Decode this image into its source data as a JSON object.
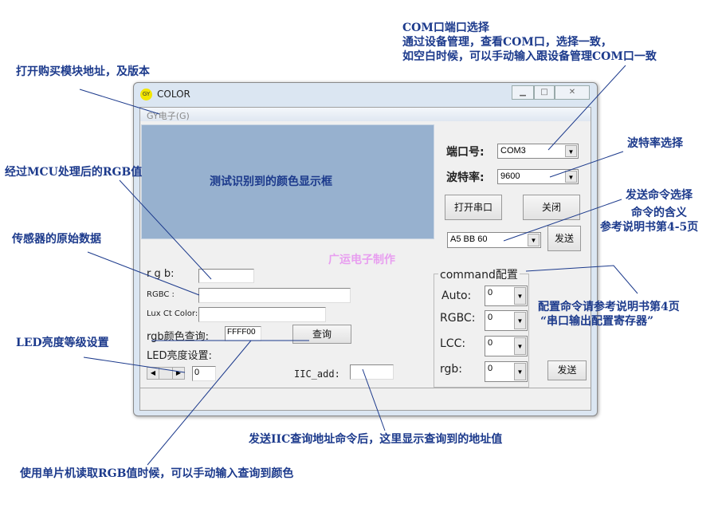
{
  "window": {
    "title": "COLOR",
    "icon_text": "GY",
    "menu": "GY电子(G)"
  },
  "display": {
    "text": "测试识别到的颜色显示框"
  },
  "watermark": "广运电子制作",
  "port": {
    "label": "端口号:",
    "value": "COM3"
  },
  "baud": {
    "label": "波特率:",
    "value": "9600"
  },
  "open_btn": "打开串口",
  "close_btn": "关闭",
  "command": {
    "value": "A5 BB 60",
    "send": "发送"
  },
  "fields": {
    "rgb_label": "r g b:",
    "rgbc_label": "RGBC :",
    "lux_label": "Lux Ct Color:",
    "query_label": "rgb颜色查询:",
    "query_value": "FFFF00",
    "query_btn": "查询",
    "led_label": "LED亮度设置:",
    "led_value": "0",
    "iic_label": "IIC_add:"
  },
  "config": {
    "title": "command配置",
    "auto_label": "Auto:",
    "auto": "0",
    "rgbc_label": "RGBC:",
    "rgbc": "0",
    "lcc_label": "LCC:",
    "lcc": "0",
    "rgb_label": "rgb:",
    "rgb": "0",
    "send": "发送"
  },
  "annotations": {
    "buy": "打开购买模块地址，及版本",
    "com1": "COM口端口选择",
    "com2": "通过设备管理，查看COM口，选择一致，",
    "com3": "如空白时候，可以手动输入跟设备管理COM口一致",
    "baud": "波特率选择",
    "cmd1": "发送命令选择",
    "cmd2": "命令的含义",
    "cmd3": "参考说明书第4-5页",
    "mcu": "经过MCU处理后的RGB值",
    "raw": "传感器的原始数据",
    "cfg1": "配置命令请参考说明书第4页",
    "cfg2": "“串口输出配置寄存器”",
    "led": "LED亮度等级设置",
    "iic": "发送IIC查询地址命令后，这里显示查询到的地址值",
    "mcuread": "使用单片机读取RGB值时候，可以手动输入查询到颜色"
  }
}
